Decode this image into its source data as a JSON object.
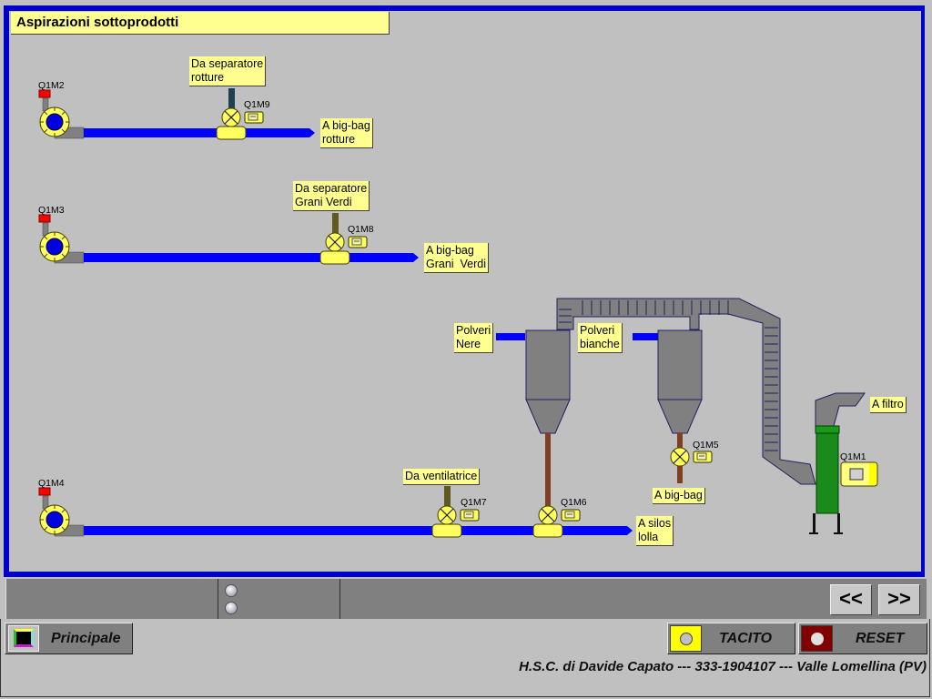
{
  "window": {
    "title": "Aspirazioni sottoprodotti"
  },
  "colors": {
    "pipe": "#0000ff",
    "frame": "#0000c8",
    "label_bg": "#ffff90",
    "fan_green": "#1a8a1a",
    "duct": "#808080",
    "reset": "#800000",
    "tacito": "#ffff00"
  },
  "diagram": {
    "fans": [
      {
        "id": "Q1M2",
        "label": "Q1M2"
      },
      {
        "id": "Q1M3",
        "label": "Q1M3"
      },
      {
        "id": "Q1M4",
        "label": "Q1M4"
      },
      {
        "id": "Q1M1",
        "label": "Q1M1"
      }
    ],
    "valves": [
      {
        "id": "Q1M9",
        "label": "Q1M9"
      },
      {
        "id": "Q1M8",
        "label": "Q1M8"
      },
      {
        "id": "Q1M7",
        "label": "Q1M7"
      },
      {
        "id": "Q1M6",
        "label": "Q1M6"
      },
      {
        "id": "Q1M5",
        "label": "Q1M5"
      }
    ],
    "labels": {
      "da_sep_rotture": "Da separatore\nrotture",
      "big_bag_rotture": "A big-bag\nrotture",
      "da_sep_grani": "Da separatore\nGrani Verdi",
      "big_bag_grani": "A big-bag\nGrani  Verdi",
      "polveri_nere": "Polveri\nNere",
      "polveri_bianche": "Polveri\nbianche",
      "a_filtro": "A filtro",
      "a_big_bag": "A big-bag",
      "da_ventilatrice": "Da ventilatrice",
      "a_silos_lolla": "A silos\nlolla"
    }
  },
  "statusbar": {
    "led_count": 2
  },
  "nav": {
    "prev_label": "<<",
    "next_label": ">>"
  },
  "buttons": {
    "principale": "Principale",
    "tacito": "TACITO",
    "reset": "RESET"
  },
  "footer": {
    "text": "H.S.C. di Davide Capato --- 333-1904107 --- Valle Lomellina (PV)"
  }
}
